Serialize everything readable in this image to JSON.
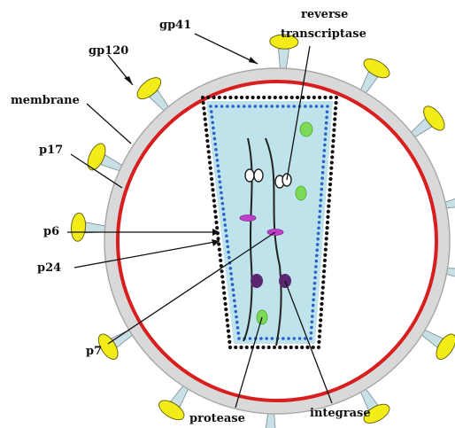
{
  "colors": {
    "envelope": "#d9d9d9",
    "envelope_stroke": "#a9a9a9",
    "membrane": "#d81e1e",
    "capsid_fill": "#bfe3ea",
    "capsid_outer_dots": "#111111",
    "capsid_inner_dots": "#2a62c8",
    "spike_head": "#f3ec19",
    "spike_stalk": "#c9dfe6",
    "protease": "#7ed957",
    "integrase": "#5a2670",
    "p7": "#c03fc9"
  },
  "labels": {
    "gp41": "gp41",
    "gp120": "gp120",
    "membrane": "membrane",
    "p17": "p17",
    "p6": "p6",
    "p24": "p24",
    "p7": "p7",
    "reverse_transcriptase_line1": "reverse",
    "reverse_transcriptase_line2": "transcriptase",
    "protease": "protease",
    "integrase": "integrase"
  }
}
